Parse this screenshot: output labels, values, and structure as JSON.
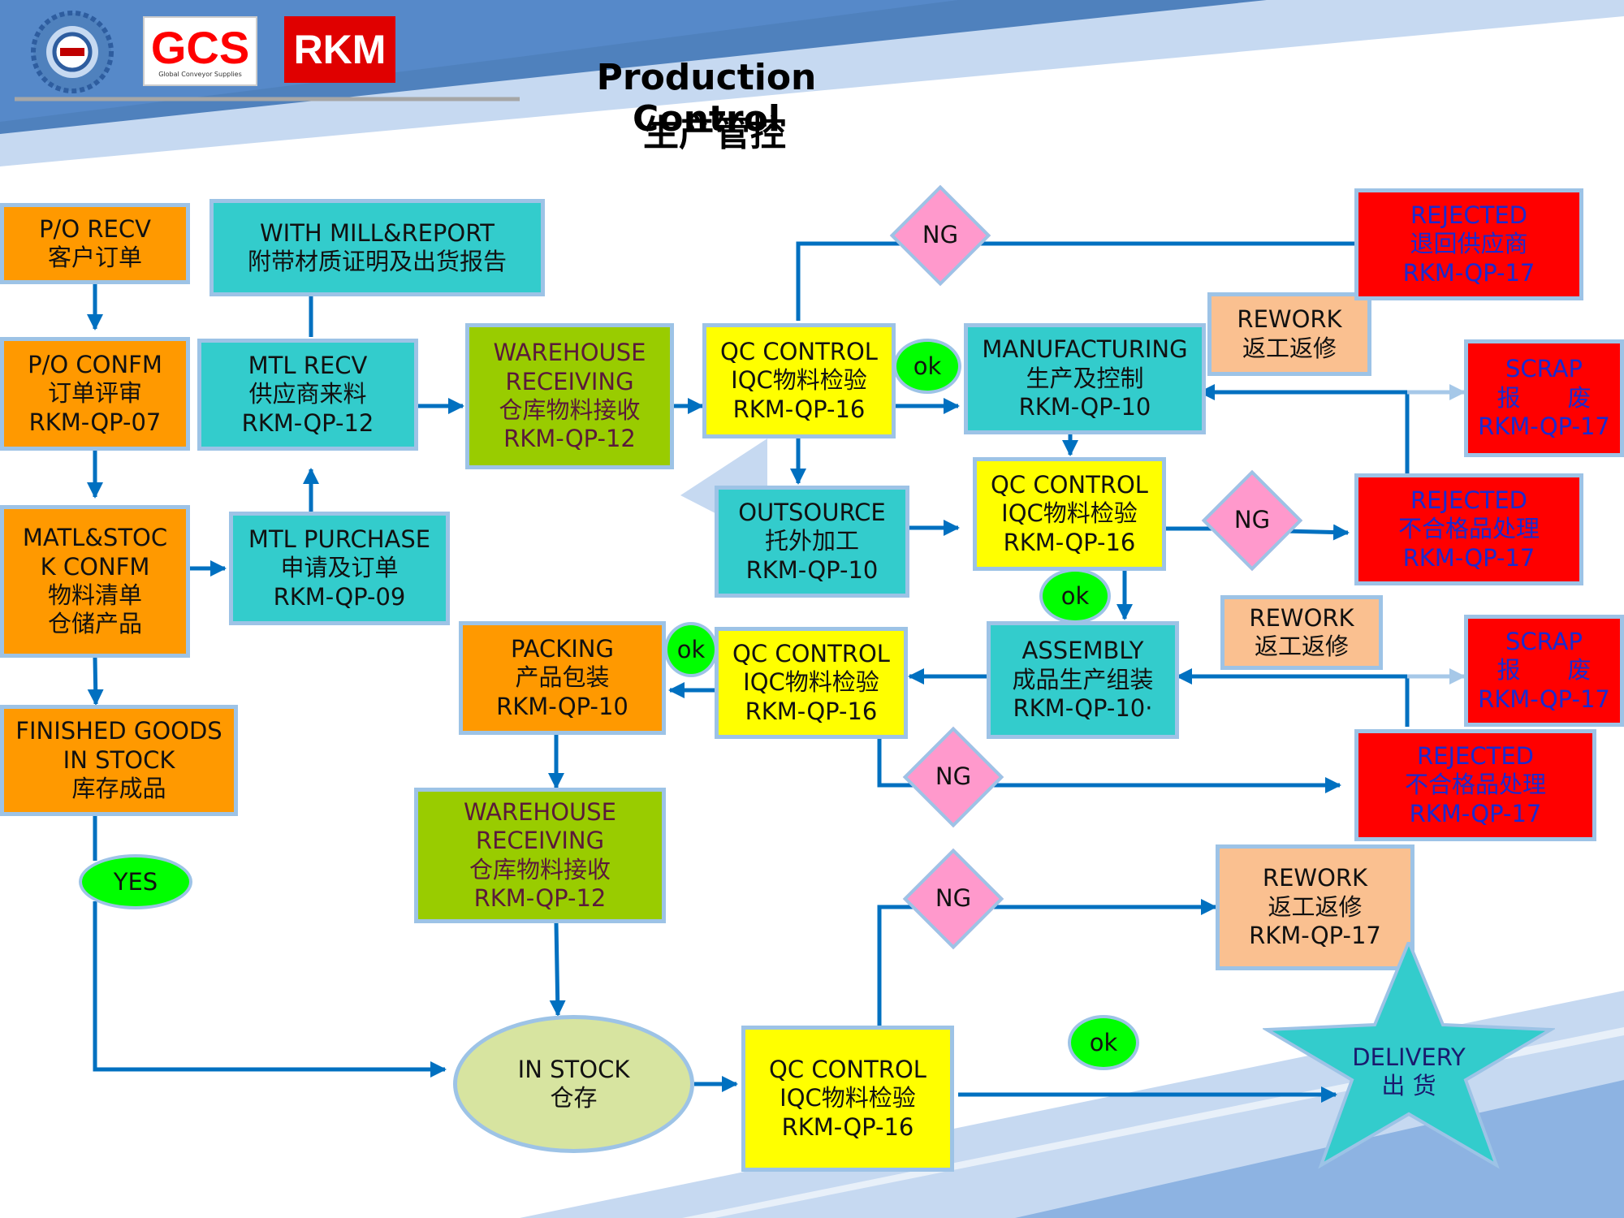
{
  "title": {
    "en": "Production Control",
    "zh": "生产管控"
  },
  "logos": {
    "gcs": "GCS",
    "gcs_sub": "Global Conveyor Supplies",
    "rkm": "RKM"
  },
  "colors": {
    "orange": "#ff9900",
    "teal": "#33cccc",
    "yellow": "#ffff00",
    "green": "#99cc00",
    "red": "#ff0000",
    "peach": "#fac090",
    "pink": "#ff99cc",
    "ok": "#00ff00",
    "connector": "#0070c0",
    "banner": "#4f81bd"
  },
  "nodes": {
    "po_recv": [
      "P/O RECV",
      "客户订单"
    ],
    "mill_report": [
      "WITH MILL&REPORT",
      "附带材质证明及出货报告"
    ],
    "po_confm": [
      "P/O CONFM",
      "订单评审",
      "RKM-QP-07"
    ],
    "mtl_recv": [
      "MTL RECV",
      "供应商来料",
      "RKM-QP-12"
    ],
    "wh_recv_1": [
      "WAREHOUSE",
      "RECEIVING",
      "仓库物料接收",
      "RKM-QP-12"
    ],
    "qc_1": [
      "QC CONTROL",
      "IQC物料检验",
      "RKM-QP-16"
    ],
    "manufacturing": [
      "MANUFACTURING",
      "生产及控制",
      "RKM-QP-10"
    ],
    "rework_1": [
      "REWORK",
      "返工返修"
    ],
    "rejected_1": [
      "REJECTED",
      "退回供应商",
      "RKM-QP-17"
    ],
    "scrap_1": [
      "SCRAP",
      "报　　废",
      "RKM-QP-17"
    ],
    "matl_stock": [
      "MATL&STOC",
      "K CONFM",
      "物料清单",
      "仓储产品"
    ],
    "mtl_purchase": [
      "MTL PURCHASE",
      "申请及订单",
      "RKM-QP-09"
    ],
    "outsource": [
      "OUTSOURCE",
      "托外加工",
      "RKM-QP-10"
    ],
    "qc_2": [
      "QC CONTROL",
      "IQC物料检验",
      "RKM-QP-16"
    ],
    "rejected_2": [
      "REJECTED",
      "不合格品处理",
      "RKM-QP-17"
    ],
    "rework_2": [
      "REWORK",
      "返工返修"
    ],
    "scrap_2": [
      "SCRAP",
      "报　　废",
      "RKM-QP-17"
    ],
    "packing": [
      "PACKING",
      "产品包装",
      "RKM-QP-10"
    ],
    "qc_3": [
      "QC CONTROL",
      "IQC物料检验",
      "RKM-QP-16"
    ],
    "assembly": [
      "ASSEMBLY",
      "成品生产组装",
      "RKM-QP-10·"
    ],
    "rejected_3": [
      "REJECTED",
      "不合格品处理",
      "RKM-QP-17"
    ],
    "finished_goods": [
      "FINISHED GOODS",
      "IN STOCK",
      "库存成品"
    ],
    "wh_recv_2": [
      "WAREHOUSE",
      "RECEIVING",
      "仓库物料接收",
      "RKM-QP-12"
    ],
    "rework_3": [
      "REWORK",
      "返工返修",
      "RKM-QP-17"
    ],
    "in_stock": [
      "IN STOCK",
      "仓存"
    ],
    "qc_4": [
      "QC CONTROL",
      "IQC物料检验",
      "RKM-QP-16"
    ],
    "delivery": [
      "DELIVERY",
      "出 货"
    ]
  },
  "decisions": {
    "ng": "NG",
    "ok": "ok",
    "yes": "YES"
  }
}
